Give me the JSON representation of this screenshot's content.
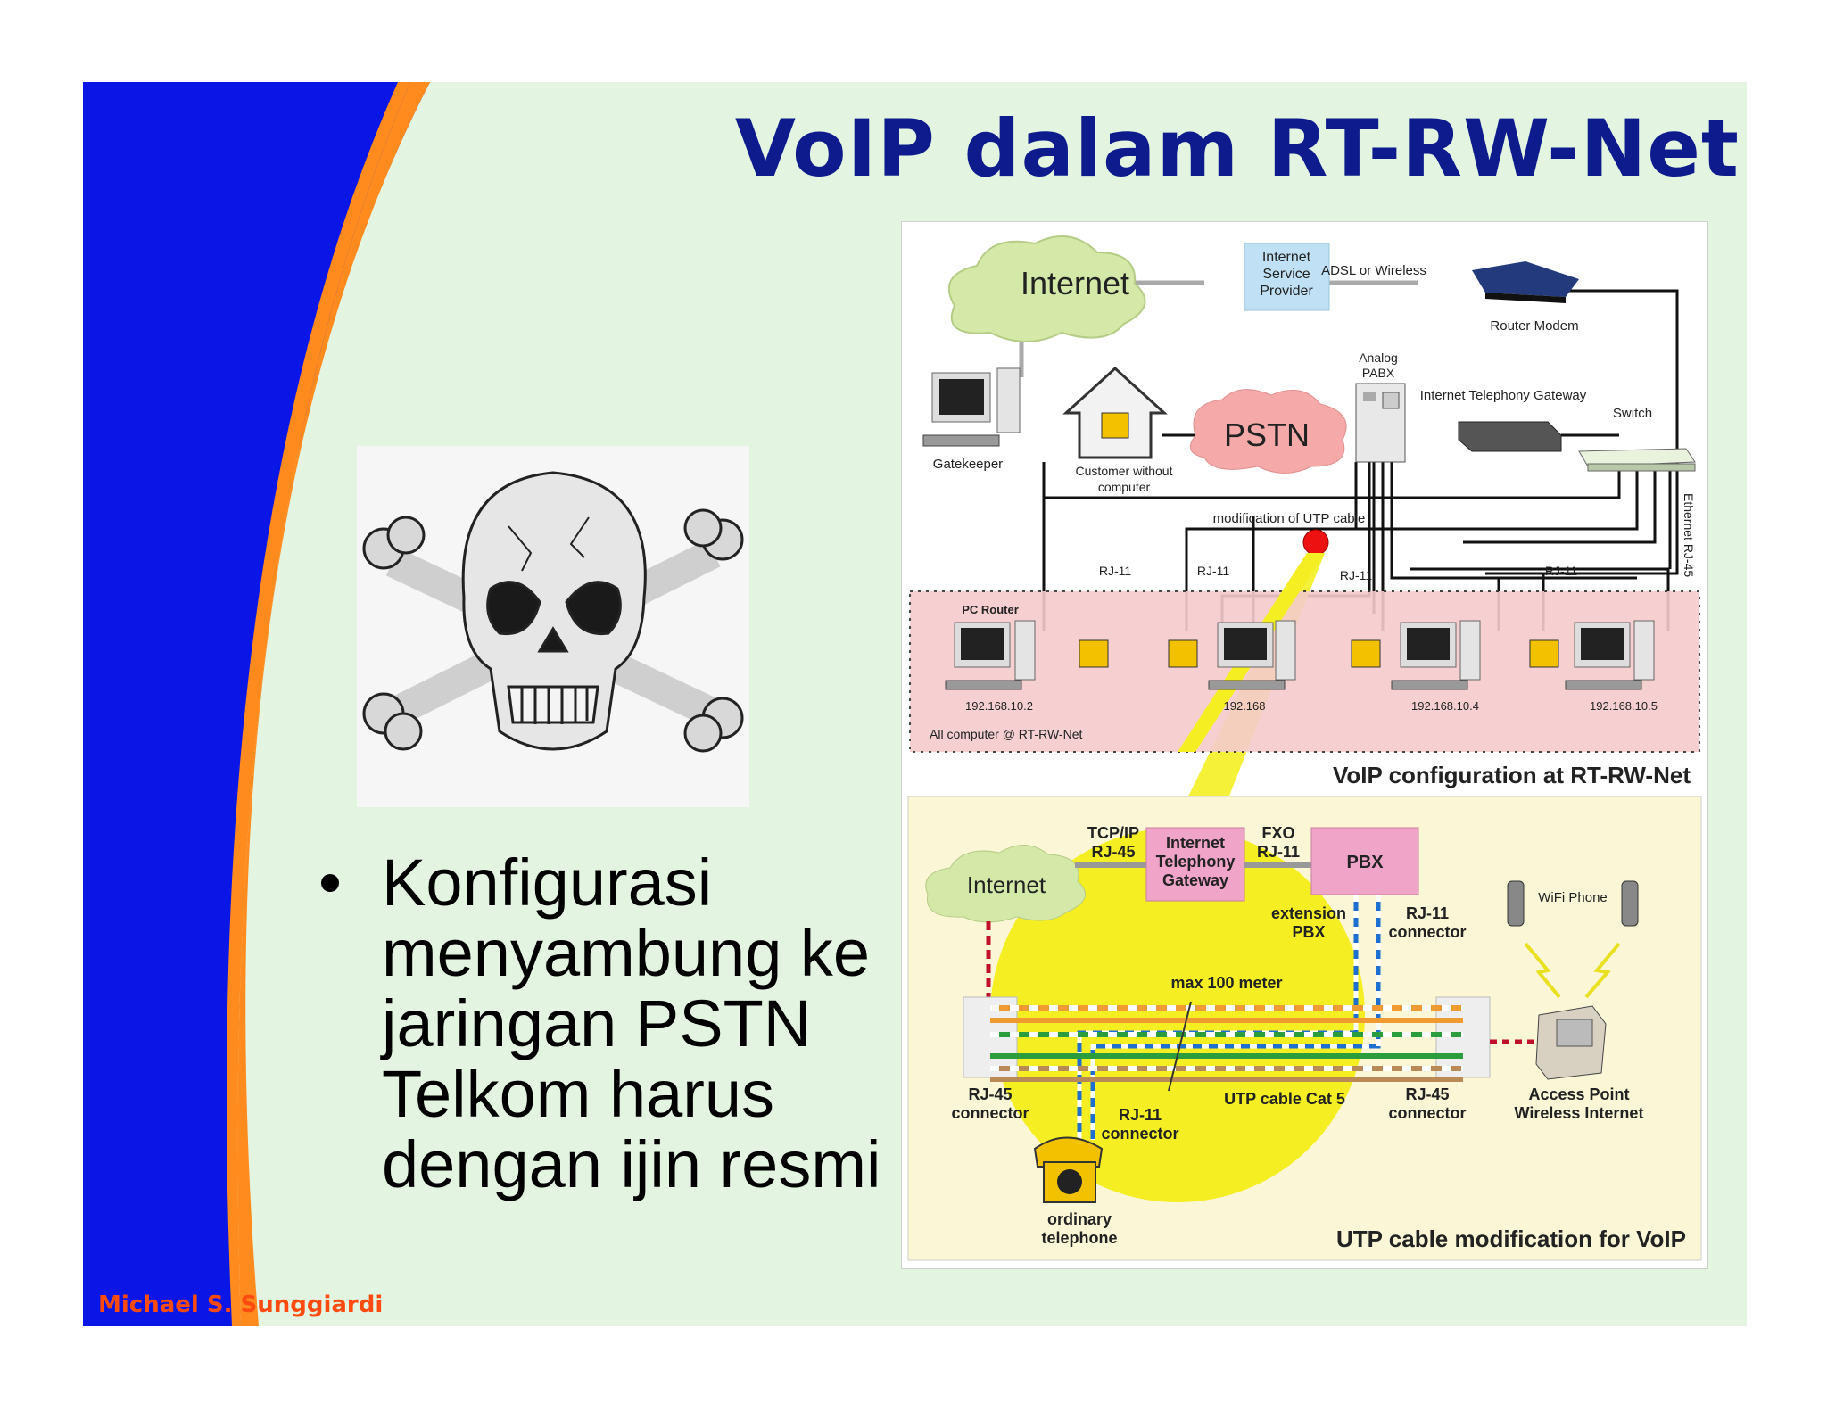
{
  "slide": {
    "title": "VoIP dalam RT-RW-Net",
    "author": "Michael S. Sunggiardi",
    "bullet": "Konfigurasi\nmenyambung ke\njaringan PSTN\nTelkom harus\ndengan ijin resmi",
    "colors": {
      "panel_bg": "#e3f5e1",
      "band_blue": "#0a16e6",
      "band_orange": "#ff8a1e",
      "title_blue": "#0d1b8c",
      "author": "#ff4a10"
    }
  },
  "image": {
    "icon": "skull-crossbones-icon"
  },
  "diagram": {
    "top": {
      "internet": "Internet",
      "isp": [
        "Internet",
        "Service",
        "Provider"
      ],
      "adsl": "ADSL or Wireless",
      "router_modem": "Router Modem",
      "gatekeeper": "Gatekeeper",
      "customer": [
        "Customer without",
        "computer"
      ],
      "pstn": "PSTN",
      "analog_pabx": [
        "Analog",
        "PABX"
      ],
      "itg": "Internet Telephony Gateway",
      "switch": "Switch",
      "ethernet": "Ethernet RJ-45",
      "modification": "modification of UTP cable",
      "rj11": "RJ-11",
      "pc_router": "PC Router",
      "ips": [
        "192.168.10.2",
        "192.168",
        "192.168.10.4",
        "192.168.10.5"
      ],
      "all_computer": "All computer @ RT-RW-Net",
      "caption": "VoIP configuration at RT-RW-Net"
    },
    "bottom": {
      "tcpip": [
        "TCP/IP",
        "RJ-45"
      ],
      "internet": "Internet",
      "itg": [
        "Internet",
        "Telephony",
        "Gateway"
      ],
      "fxo": [
        "FXO",
        "RJ-11"
      ],
      "pbx": "PBX",
      "extension": [
        "extension",
        "PBX"
      ],
      "rj11_connector": [
        "RJ-11",
        "connector"
      ],
      "wifi_phone": "WiFi Phone",
      "max": "max 100 meter",
      "rj45_left": [
        "RJ-45",
        "connector"
      ],
      "rj11_bottom": [
        "RJ-11",
        "connector"
      ],
      "utp": "UTP cable Cat 5",
      "rj45_right": [
        "RJ-45",
        "connector"
      ],
      "access_point": [
        "Access Point",
        "Wireless Internet"
      ],
      "ordinary": [
        "ordinary",
        "telephone"
      ],
      "caption": "UTP cable modification for VoIP"
    }
  }
}
